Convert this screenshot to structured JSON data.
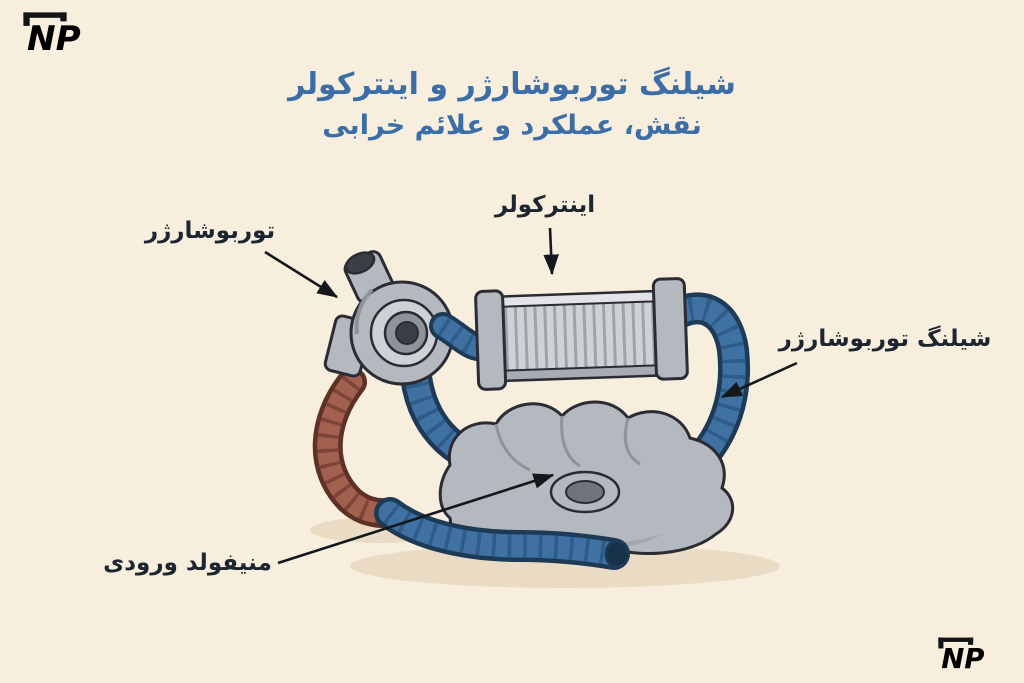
{
  "page": {
    "background": "#f8eedd",
    "kind": "automotive-parts-infographic"
  },
  "logo": {
    "text": "NP"
  },
  "title": {
    "line1": "شیلنگ توربوشارژر و اینترکولر",
    "line2": "نقش، عملکرد و علائم خرابی"
  },
  "labels": {
    "turbocharger": "توربوشارژر",
    "intercooler": "اینترکولر",
    "turbo_hose": "شیلنگ توربوشارژر",
    "intake_manifold": "منیفولد ورودی"
  },
  "colors": {
    "bg": "#f8eedd",
    "title_blue": "#3b6ea6",
    "label_ink": "#1c2530",
    "hose_blue": "#3f72a3",
    "hose_blue_dark": "#1d3b56",
    "hose_blue_rib": "#2d5c88",
    "hose_red": "#a2604e",
    "hose_red_dark": "#5e3026",
    "hose_red_rib": "#7d4537",
    "metal_light": "#ced1d6",
    "metal_mid": "#b4b9bf",
    "metal_dark": "#8e939b",
    "outline": "#2b2b33",
    "shadow": "#eadcc4"
  }
}
